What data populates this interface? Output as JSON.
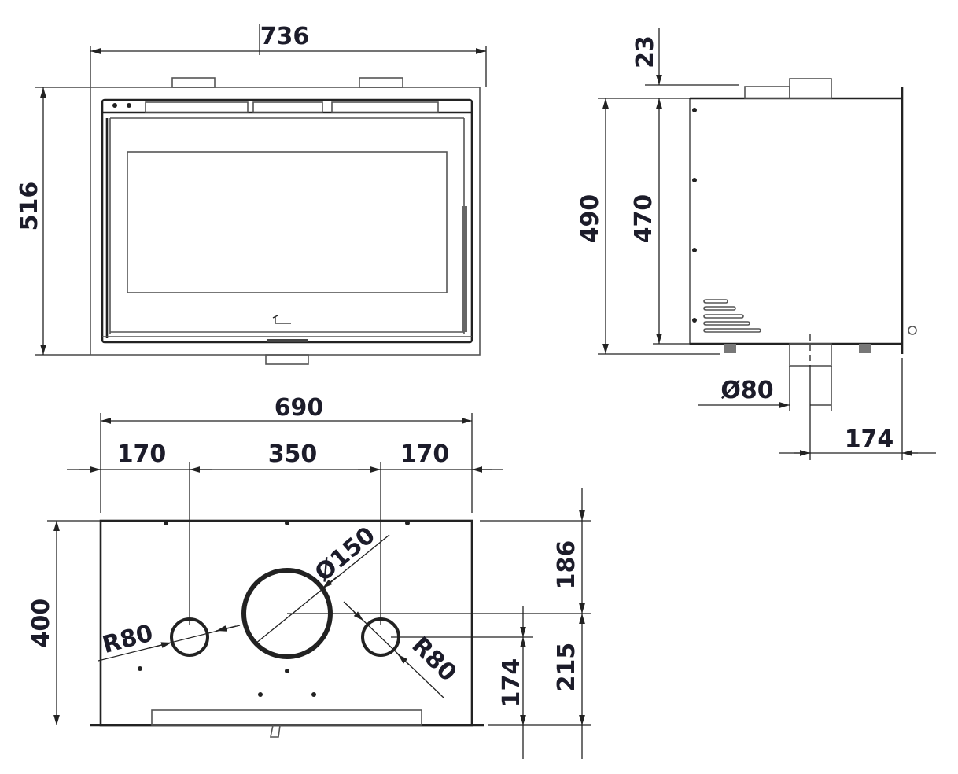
{
  "front_view": {
    "width": "736",
    "height": "516"
  },
  "side_view": {
    "top_offset": "23",
    "total_height": "490",
    "body_height": "470",
    "flue_diameter": "Ø80",
    "flue_depth": "174"
  },
  "bottom_view": {
    "total_width": "690",
    "left_offset": "170",
    "center_spacing": "350",
    "right_offset": "170",
    "depth": "400",
    "flue_diameter": "Ø150",
    "left_radius": "R80",
    "right_radius": "R80",
    "front_to_center": "186",
    "center_to_back": "215",
    "side_outlet_offset": "174"
  },
  "colors": {
    "line": "#222222",
    "text": "#1c1c2a"
  }
}
